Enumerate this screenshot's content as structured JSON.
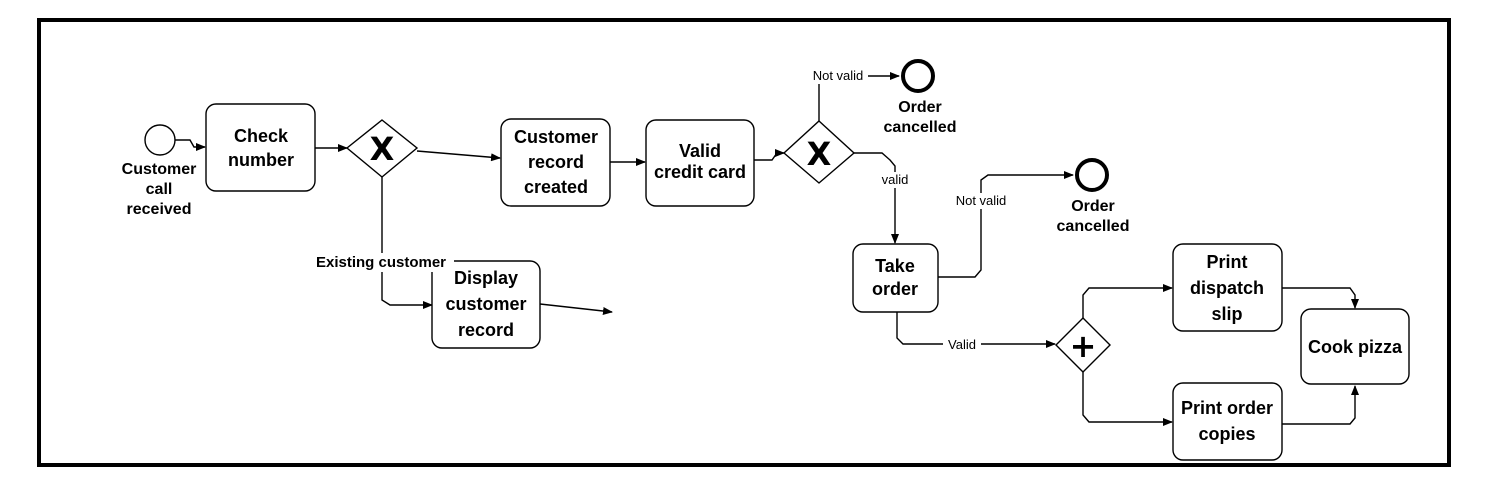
{
  "events": {
    "start": {
      "label_lines": [
        "Customer",
        "call",
        "received"
      ]
    },
    "end_1": {
      "label_lines": [
        "Order",
        "cancelled"
      ]
    },
    "end_2": {
      "label_lines": [
        "Order",
        "cancelled"
      ]
    }
  },
  "tasks": {
    "check_number": [
      "Check",
      "number"
    ],
    "customer_record_created": [
      "Customer",
      "record",
      "created"
    ],
    "valid_credit_card": [
      "Valid",
      "credit card"
    ],
    "display_customer_record": [
      "Display",
      "customer",
      "record"
    ],
    "take_order": [
      "Take",
      "order"
    ],
    "print_dispatch_slip": [
      "Print",
      "dispatch",
      "slip"
    ],
    "print_order_copies": [
      "Print order",
      "copies"
    ],
    "cook_pizza": [
      "Cook pizza"
    ]
  },
  "gateways": {
    "g1": "X",
    "g2": "X",
    "g3": "+"
  },
  "flow_labels": {
    "existing_customer": "Existing customer",
    "not_valid_1": "Not valid",
    "valid_1": "valid",
    "not_valid_2": "Not valid",
    "valid_2": "Valid"
  }
}
